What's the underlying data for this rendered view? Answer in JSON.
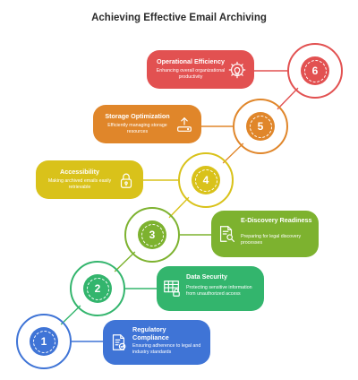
{
  "title": "Achieving Effective Email Archiving",
  "steps": [
    {
      "number": "1",
      "title": "Regulatory Compliance",
      "description": "Ensuring adherence to legal and industry standards",
      "color": "#3f74d6",
      "icon": "document-check-icon"
    },
    {
      "number": "2",
      "title": "Data Security",
      "description": "Protecting sensitive information from unauthorized access",
      "color": "#33b56d",
      "icon": "spreadsheet-lock-icon"
    },
    {
      "number": "3",
      "title": "E-Discovery Readiness",
      "description": "Preparing for legal discovery processes",
      "color": "#7db22f",
      "icon": "document-search-icon"
    },
    {
      "number": "4",
      "title": "Accessibility",
      "description": "Making archived emails easily retrievable",
      "color": "#d9c21a",
      "icon": "padlock-icon"
    },
    {
      "number": "5",
      "title": "Storage Optimization",
      "description": "Efficiently managing storage resources",
      "color": "#e0862a",
      "icon": "upload-drive-icon"
    },
    {
      "number": "6",
      "title": "Operational Efficiency",
      "description": "Enhancing overall organizational productivity",
      "color": "#e25151",
      "icon": "gear-bulb-icon"
    }
  ]
}
